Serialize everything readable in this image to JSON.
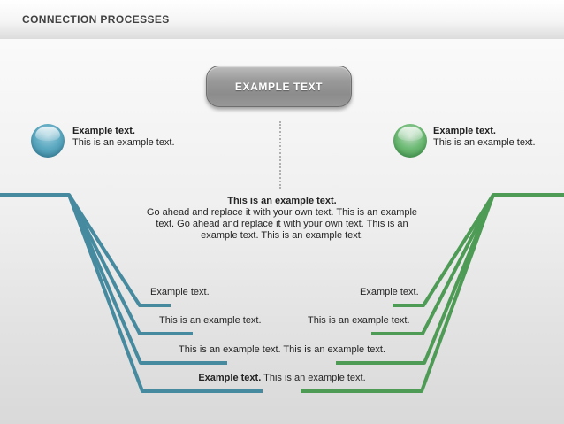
{
  "header": {
    "title": "CONNECTION PROCESSES"
  },
  "button": {
    "label": "EXAMPLE TEXT"
  },
  "left_item": {
    "title": "Example text.",
    "subtitle": "This is an example text."
  },
  "right_item": {
    "title": "Example text.",
    "subtitle": "This is an example text."
  },
  "paragraph": {
    "lead": "This is an example text.",
    "body": "Go ahead and replace it with your own text. This is an example text. Go ahead and replace it with your own text. This is an example text. This is an example text."
  },
  "rows": [
    {
      "left": "Example text.",
      "right": "Example text."
    },
    {
      "left": "This is an example text.",
      "right": "This is an example text."
    },
    {
      "center": "This is an example text. This is an example text."
    },
    {
      "lead": "Example text.",
      "rest": "This is an example text."
    }
  ],
  "colors": {
    "teal": "#468aa0",
    "green": "#4d9b55",
    "button_gray": "#8c8c8c",
    "sphere_blue": "#5aa8c0",
    "sphere_green": "#6cba74"
  }
}
